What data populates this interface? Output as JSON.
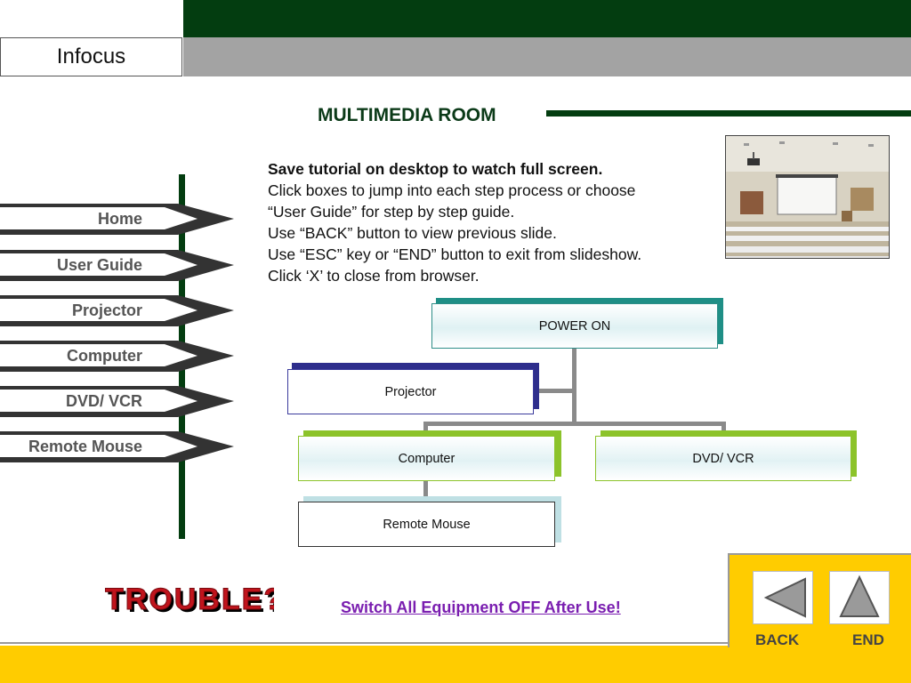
{
  "header": {
    "brand": "Infocus"
  },
  "slide": {
    "title": "MULTIMEDIA ROOM",
    "instructions": {
      "bold_line": "Save tutorial on desktop to watch full screen.",
      "lines": [
        "Click boxes to jump into each step process or choose",
        "“User Guide” for step by step guide.",
        "Use “BACK” button to view previous slide.",
        "Use “ESC” key or “END” button to exit from slideshow.",
        "Click ‘X’ to close from browser."
      ]
    }
  },
  "nav": {
    "items": [
      {
        "label": "Home"
      },
      {
        "label": "User Guide"
      },
      {
        "label": "Projector"
      },
      {
        "label": "Computer"
      },
      {
        "label": "DVD/ VCR"
      },
      {
        "label": "Remote Mouse"
      }
    ]
  },
  "flowchart": {
    "power_on": "POWER ON",
    "projector": "Projector",
    "computer": "Computer",
    "dvd_vcr": "DVD/ VCR",
    "remote_mouse": "Remote Mouse"
  },
  "footer": {
    "trouble": "TROUBLE?",
    "switch_off": "Switch All Equipment OFF After Use!",
    "back": "BACK",
    "end": "END"
  },
  "colors": {
    "dark_green": "#033d10",
    "gray_bar": "#a3a3a3",
    "yellow": "#ffcc00",
    "link_purple": "#7a1eb0",
    "trouble_red": "#c0141c"
  }
}
